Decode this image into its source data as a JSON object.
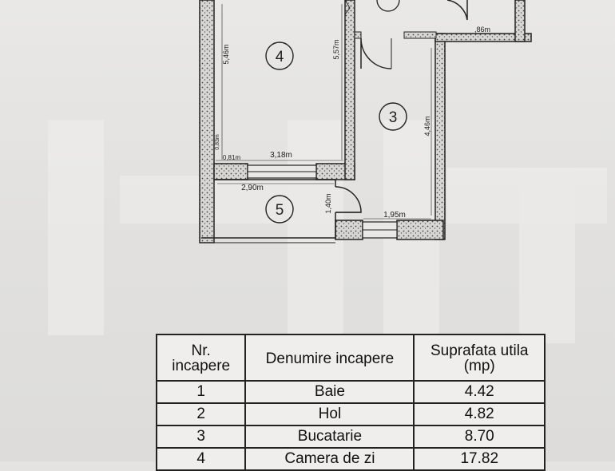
{
  "plan": {
    "rooms": [
      {
        "number": "4"
      },
      {
        "number": "3"
      },
      {
        "number": "5"
      }
    ],
    "dimensions": {
      "room4_height": "5,46m",
      "room4_right": "5,57m",
      "room4_width": "3,18m",
      "small_offset": "0,81m",
      "small_vertical": "0,83m",
      "room3_height": "4,46m",
      "room3_width": "1,95m",
      "room5_width": "2,90m",
      "room5_height": "1,40m",
      "top_right": ",86m"
    }
  },
  "table": {
    "headers": [
      "Nr. incapere",
      "Denumire incapere",
      "Suprafata utila (mp)"
    ],
    "rows": [
      {
        "nr": "1",
        "name": "Baie",
        "area": "4.42"
      },
      {
        "nr": "2",
        "name": "Hol",
        "area": "4.82"
      },
      {
        "nr": "3",
        "name": "Bucatarie",
        "area": "8.70"
      },
      {
        "nr": "4",
        "name": "Camera de zi",
        "area": "17.82"
      }
    ]
  },
  "colors": {
    "line": "#222222",
    "hatch": "#b8b6b2",
    "paper": "#e4e3e1"
  }
}
